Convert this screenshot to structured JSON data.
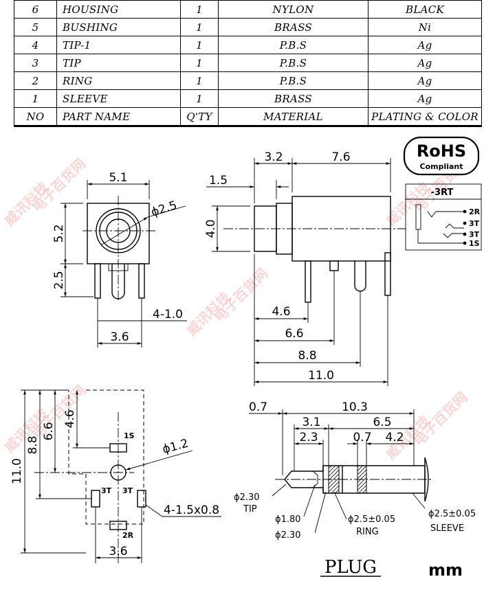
{
  "bom": {
    "header": {
      "no": "NO",
      "part": "PART NAME",
      "qty": "Q'TY",
      "material": "MATERIAL",
      "plating": "PLATING & COLOR"
    },
    "rows": [
      {
        "no": "6",
        "part": "HOUSING",
        "qty": "1",
        "material": "NYLON",
        "plating": "BLACK"
      },
      {
        "no": "5",
        "part": "BUSHING",
        "qty": "1",
        "material": "BRASS",
        "plating": "Ni"
      },
      {
        "no": "4",
        "part": "TIP-1",
        "qty": "1",
        "material": "P.B.S",
        "plating": "Ag"
      },
      {
        "no": "3",
        "part": "TIP",
        "qty": "1",
        "material": "P.B.S",
        "plating": "Ag"
      },
      {
        "no": "2",
        "part": "RING",
        "qty": "1",
        "material": "P.B.S",
        "plating": "Ag"
      },
      {
        "no": "1",
        "part": "SLEEVE",
        "qty": "1",
        "material": "BRASS",
        "plating": "Ag"
      }
    ]
  },
  "rohs": {
    "title": "RoHS",
    "subtitle": "Compliant"
  },
  "schematic": {
    "title": "-3RT",
    "pins": [
      "2R",
      "3T",
      "3T",
      "1S"
    ]
  },
  "front_view": {
    "width": "5.1",
    "diameter": "ϕ2.5",
    "height": "5.2",
    "pin_height": "2.5",
    "pin_label": "4-1.0",
    "pin_pitch": "3.6"
  },
  "side_view": {
    "dim_a": "3.2",
    "dim_b": "7.6",
    "dim_c": "1.5",
    "height": "4.0",
    "d1": "4.6",
    "d2": "6.6",
    "d3": "8.8",
    "d4": "11.0"
  },
  "footprint": {
    "d1": "4.6",
    "d2": "6.6",
    "d3": "8.8",
    "d4": "11.0",
    "hole": "ϕ1.2",
    "pad_label": "4-1.5x0.8",
    "pitch": "3.6",
    "pins": [
      "1S",
      "3T",
      "3T",
      "2R"
    ]
  },
  "plug": {
    "dim_07a": "0.7",
    "dim_103": "10.3",
    "dim_31": "3.1",
    "dim_65": "6.5",
    "dim_23": "2.3",
    "dim_07b": "0.7",
    "dim_42": "4.2",
    "tip_diam": "ϕ2.30",
    "tip_label": "TIP",
    "d180": "ϕ1.80",
    "d230": "ϕ2.30",
    "ring_diam": "ϕ2.5±0.05",
    "ring_label": "RING",
    "sleeve_diam": "ϕ2.5±0.05",
    "sleeve_label": "SLEEVE",
    "title": "PLUG"
  },
  "units": "mm",
  "watermarks": [
    "威讯科技",
    "电子百货网",
    "威讯科技",
    "电子百货网",
    "威讯科技",
    "电子百货网",
    "威讯科技",
    "电子百货网",
    "威讯科技",
    "电子百货网"
  ]
}
